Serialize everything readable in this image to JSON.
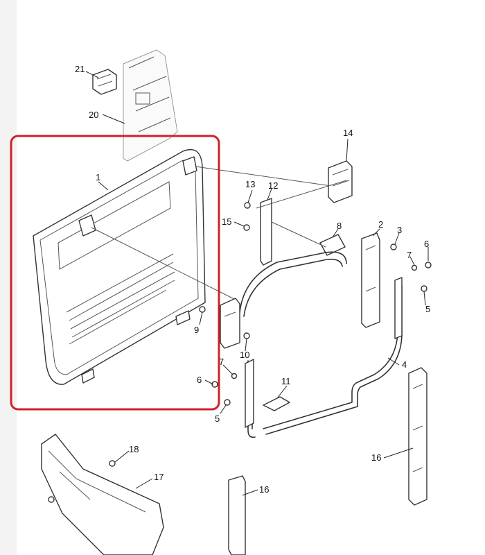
{
  "diagram": {
    "highlight_color": "#d0202a",
    "callouts": {
      "c21": "21",
      "c20": "20",
      "c1": "1",
      "c14": "14",
      "c13": "13",
      "c12": "12",
      "c15": "15",
      "c8": "8",
      "c2": "2",
      "c3": "3",
      "c7a": "7",
      "c6a": "6",
      "c5a": "5",
      "c9": "9",
      "c10": "10",
      "c7b": "7",
      "c6b": "6",
      "c11": "11",
      "c5b": "5",
      "c4": "4",
      "c16a": "16",
      "c18": "18",
      "c17": "17",
      "c16b": "16"
    },
    "icons": [
      "fastener-icon",
      "hinge-icon",
      "bracket-icon",
      "latch-icon"
    ]
  }
}
